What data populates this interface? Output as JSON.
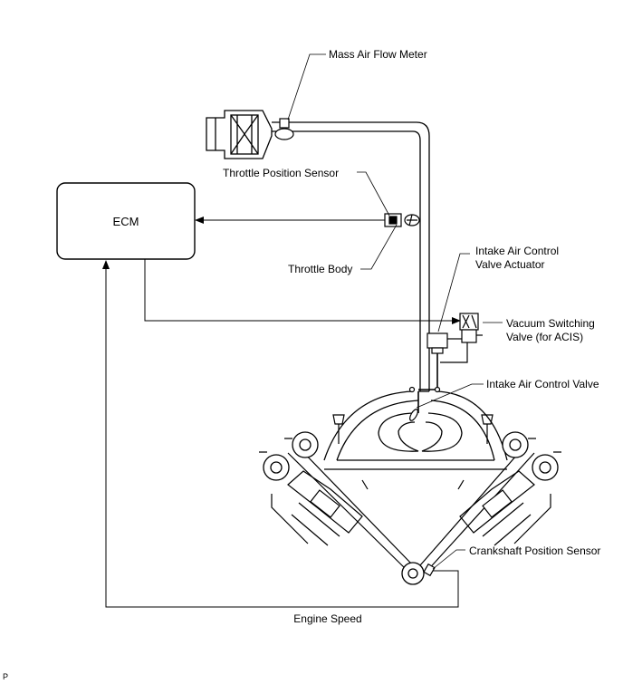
{
  "labels": {
    "ecm": "ECM",
    "mass_air_flow_meter": "Mass Air Flow Meter",
    "throttle_position_sensor": "Throttle Position Sensor",
    "throttle_body": "Throttle Body",
    "intake_air_control_valve_actuator_line1": "Intake Air Control",
    "intake_air_control_valve_actuator_line2": "Valve Actuator",
    "vacuum_switching_valve_line1": "Vacuum Switching",
    "vacuum_switching_valve_line2": "Valve (for ACIS)",
    "intake_air_control_valve": "Intake Air Control Valve",
    "crankshaft_position_sensor": "Crankshaft Position Sensor",
    "engine_speed": "Engine Speed",
    "corner_mark": "P"
  }
}
